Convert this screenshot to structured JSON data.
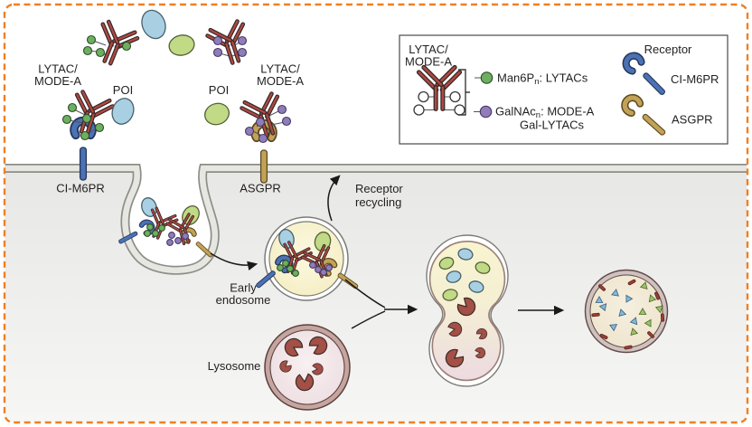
{
  "figure": {
    "left_complex": {
      "label_line1": "LYTAC/",
      "label_line2": "MODE-A",
      "poi_label": "POI",
      "receptor_label": "CI-M6PR"
    },
    "right_complex": {
      "label_line1": "LYTAC/",
      "label_line2": "MODE-A",
      "poi_label": "POI",
      "receptor_label": "ASGPR"
    },
    "recycling_line1": "Receptor",
    "recycling_line2": "recycling",
    "early_endosome_line1": "Early",
    "early_endosome_line2": "endosome",
    "lysosome_label": "Lysosome"
  },
  "legend": {
    "antibody_label_line1": "LYTAC/",
    "antibody_label_line2": "MODE-A",
    "man6p_prefix": "Man6P",
    "man6p_sub": "n",
    "man6p_suffix": ": LYTACs",
    "galnac_prefix": "GalNAc",
    "galnac_sub": "n",
    "galnac_suffix": ": MODE-A",
    "galnac_line2": "Gal-LYTACs",
    "receptor_title": "Receptor",
    "receptor1_label": "CI-M6PR",
    "receptor2_label": "ASGPR"
  },
  "colors": {
    "border_orange": "#ef8023",
    "antibody_red": "#b0493e",
    "man6p_green": "#6cb05f",
    "galnac_purple": "#8f7cb8",
    "ci_m6pr_blue": "#4a72b4",
    "asgpr_gold": "#c2a257",
    "endosome_yellow": "#f6efc4",
    "lysosome_pink": "#f1e3e5"
  }
}
